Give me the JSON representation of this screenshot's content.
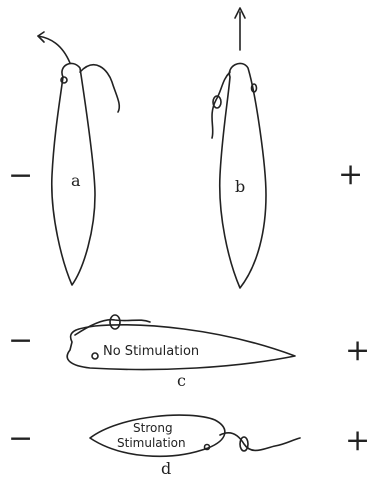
{
  "labels": {
    "a": "a",
    "b": "b",
    "c": "c",
    "d": "d",
    "minus": "−",
    "plus": "+",
    "no_stimulation": "No Stimulation",
    "strong_line1": "Strong",
    "strong_line2": "Stimulation"
  },
  "colors": {
    "ink": "#222222",
    "background": "#ffffff"
  }
}
